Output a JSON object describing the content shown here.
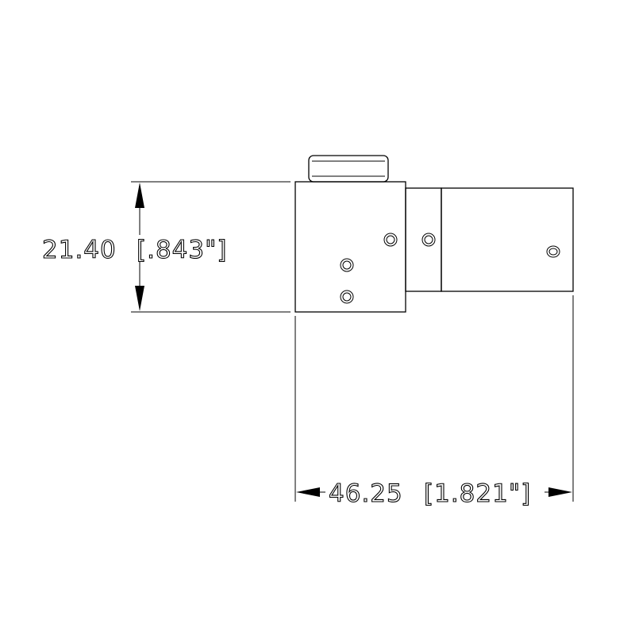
{
  "dimensions": {
    "height": {
      "value": "21.40",
      "imperial": "[.843\"]"
    },
    "width": {
      "value": "46.25",
      "imperial": "[1.821\"]"
    }
  }
}
